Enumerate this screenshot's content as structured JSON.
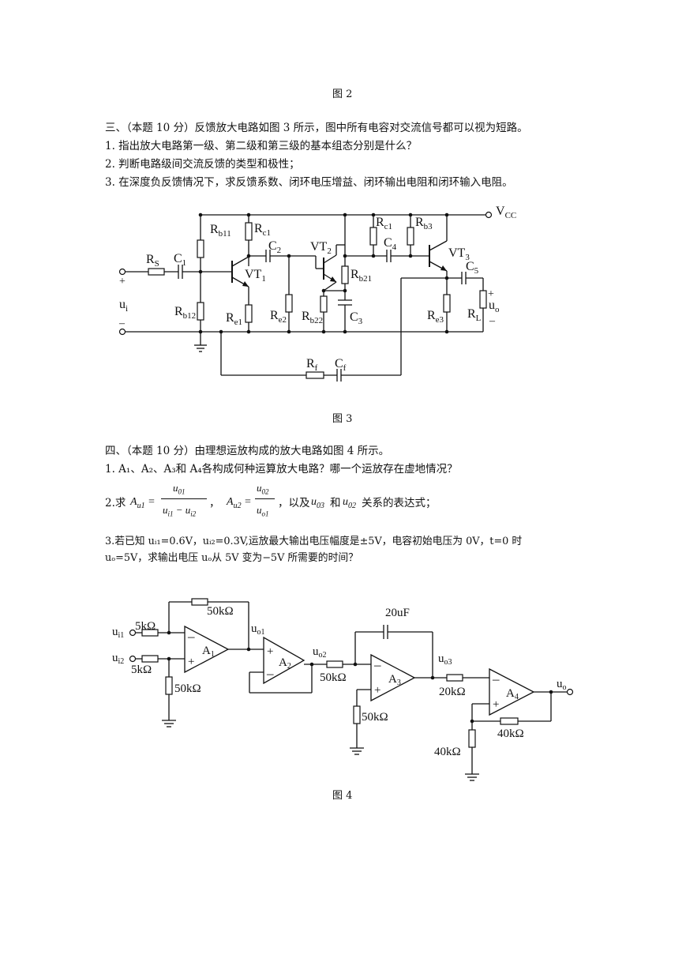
{
  "fig2_caption": "图 2",
  "q3": {
    "title": "三、（本题 10 分）反馈放大电路如图 3 所示，图中所有电容对交流信号都可以视为短路。",
    "items": [
      "1.  指出放大电路第一级、第二级和第三级的基本组态分别是什么？",
      "2.  判断电路级间交流反馈的类型和极性；",
      "3.  在深度负反馈情况下，求反馈系数、闭环电压增益、闭环输出电阻和闭环输入电阻。"
    ]
  },
  "fig3": {
    "caption": "图 3",
    "labels": {
      "vcc": "V",
      "vcc_sub": "CC",
      "rs": "R",
      "rs_sub": "S",
      "c1": "C",
      "c1_sub": "1",
      "rb11": "R",
      "rb11_sub": "b11",
      "rc1a": "R",
      "rc1a_sub": "c1",
      "c2": "C",
      "c2_sub": "2",
      "vt1": "VT",
      "vt1_sub": "1",
      "vt2": "VT",
      "vt2_sub": "2",
      "rc1b": "R",
      "rc1b_sub": "c1",
      "c4": "C",
      "c4_sub": "4",
      "rb3": "R",
      "rb3_sub": "b3",
      "vt3": "VT",
      "vt3_sub": "3",
      "c5": "C",
      "c5_sub": "5",
      "rb21": "R",
      "rb21_sub": "b21",
      "rb12": "R",
      "rb12_sub": "b12",
      "re1": "R",
      "re1_sub": "e1",
      "re2": "R",
      "re2_sub": "e2",
      "rb22": "R",
      "rb22_sub": "b22",
      "c3": "C",
      "c3_sub": "3",
      "re3": "R",
      "re3_sub": "e3",
      "rl": "R",
      "rl_sub": "L",
      "uo": "u",
      "uo_sub": "o",
      "ui": "u",
      "ui_sub": "i",
      "rf": "R",
      "rf_sub": "f",
      "cf": "C",
      "cf_sub": "f",
      "plus": "+",
      "minus": "–"
    }
  },
  "q4": {
    "title": "四、（本题 10 分）由理想运放构成的放大电路如图 4 所示。",
    "item1": "1.  A₁、A₂、A₃和 A₄各构成何种运算放大电路？哪一个运放存在虚地情况？",
    "item2_prefix": "2.求",
    "au1": "A",
    "au1_sub": "u1",
    "au1_num": "u",
    "au1_num_sub": "01",
    "au1_den_a": "u",
    "au1_den_a_sub": "i1",
    "au1_den_b": "u",
    "au1_den_b_sub": "i2",
    "au2": "A",
    "au2_sub": "u2",
    "au2_num": "u",
    "au2_num_sub": "02",
    "au2_den": "u",
    "au2_den_sub": "o1",
    "item2_mid": "，以及",
    "u03": "u",
    "u03_sub": "03",
    "item2_and": "和",
    "u02": "u",
    "u02_sub": "02",
    "item2_end": "关系的表达式；",
    "item3_line1": "3.若已知 uᵢ₁=0.6V，uᵢ₂=0.3V,运放最大输出电压幅度是±5V，电容初始电压为 0V，t=0 时",
    "item3_line2": "uₒ=5V，求输出电压 uₒ从 5V 变为−5V 所需要的时间？"
  },
  "fig4": {
    "caption": "图 4",
    "labels": {
      "r50k_top": "50kΩ",
      "r5k_1": "5kΩ",
      "r5k_2": "5kΩ",
      "r50k_gnd": "50kΩ",
      "ui1": "u",
      "ui1_sub": "i1",
      "ui2": "u",
      "ui2_sub": "i2",
      "a1": "A",
      "a1_sub": "1",
      "uo1": "u",
      "uo1_sub": "o1",
      "a2": "A",
      "a2_sub": "2",
      "uo2": "u",
      "uo2_sub": "o2",
      "r50k_in3": "50kΩ",
      "c20u": "20uF",
      "a3": "A",
      "a3_sub": "3",
      "r50k_a3": "50kΩ",
      "uo3": "u",
      "uo3_sub": "o3",
      "r20k": "20kΩ",
      "a4": "A",
      "a4_sub": "4",
      "r40k_f": "40kΩ",
      "r40k_g": "40kΩ",
      "uo": "u",
      "uo_sub": "o",
      "plus": "+",
      "minus": "–"
    }
  }
}
